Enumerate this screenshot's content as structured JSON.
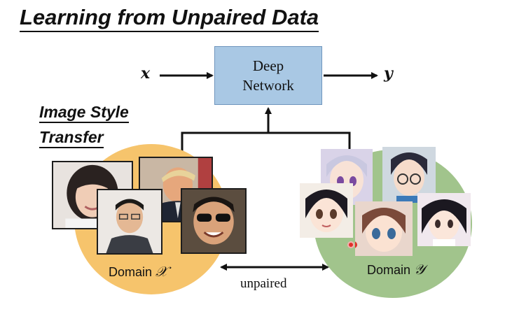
{
  "title": "Learning from Unpaired Data",
  "subtitle_line1": "Image Style",
  "subtitle_line2": "Transfer",
  "network_label": "Deep\nNetwork",
  "input_var": "x",
  "output_var": "y",
  "domain_x": {
    "label": "Domain",
    "symbol": "𝒳",
    "color": "#f6c46c"
  },
  "domain_y": {
    "label": "Domain",
    "symbol": "𝒴",
    "color": "#a1c48c"
  },
  "relation_label": "unpaired",
  "network_box_color": "#a9c8e4"
}
